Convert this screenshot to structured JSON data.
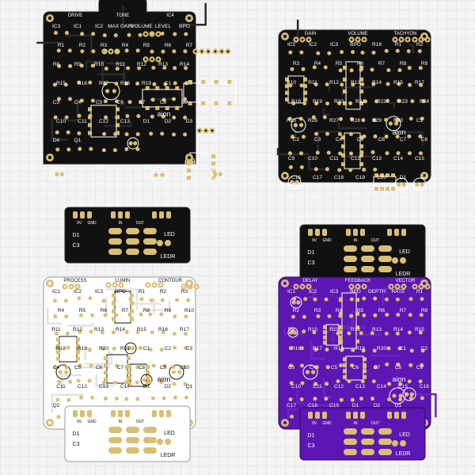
{
  "boards": [
    {
      "id": "tl",
      "colors": {
        "board": "#111111",
        "silk": "#ffffff",
        "pad": "#d9bf73",
        "hole": "#111111",
        "trace": "#2a2a2a",
        "outline": "#222222"
      },
      "main_labels": [
        {
          "t": "DRIVE"
        },
        {
          "t": "TONE"
        },
        {
          "t": "IC4"
        },
        {
          "t": "IC3"
        },
        {
          "t": "IC1"
        },
        {
          "t": "IC2"
        },
        {
          "t": "MAX GAIN"
        },
        {
          "t": "VOLUME"
        },
        {
          "t": "LEVEL"
        },
        {
          "t": "BPO"
        },
        {
          "t": "R1"
        },
        {
          "t": "R2"
        },
        {
          "t": "R3"
        },
        {
          "t": "R4"
        },
        {
          "t": "R5"
        },
        {
          "t": "R6"
        },
        {
          "t": "R7"
        },
        {
          "t": "R8"
        },
        {
          "t": "R9"
        },
        {
          "t": "R10"
        },
        {
          "t": "R11"
        },
        {
          "t": "R12"
        },
        {
          "t": "R13"
        },
        {
          "t": "R14"
        },
        {
          "t": "R15"
        },
        {
          "t": "R16"
        },
        {
          "t": "R17"
        },
        {
          "t": "R18"
        },
        {
          "t": "R19"
        },
        {
          "t": "C1"
        },
        {
          "t": "C2"
        },
        {
          "t": "C3"
        },
        {
          "t": "C4"
        },
        {
          "t": "C5"
        },
        {
          "t": "C6"
        },
        {
          "t": "C7"
        },
        {
          "t": "C8"
        },
        {
          "t": "C9"
        },
        {
          "t": "C10"
        },
        {
          "t": "C11"
        },
        {
          "t": "C12"
        },
        {
          "t": "C13"
        },
        {
          "t": "D1"
        },
        {
          "t": "D2"
        },
        {
          "t": "D3"
        },
        {
          "t": "D4"
        },
        {
          "t": "Q1"
        },
        {
          "t": "aion"
        }
      ],
      "daughter_labels": [
        {
          "t": "D1"
        },
        {
          "t": "C3"
        },
        {
          "t": "LED"
        },
        {
          "t": "LEDR"
        },
        {
          "t": "9V"
        },
        {
          "t": "GND"
        },
        {
          "t": "IN"
        },
        {
          "t": "OUT"
        }
      ]
    },
    {
      "id": "tr",
      "colors": {
        "board": "#111111",
        "silk": "#ffffff",
        "pad": "#d9bf73",
        "hole": "#111111",
        "trace": "#2a2a2a",
        "outline": "#222222"
      },
      "main_labels": [
        {
          "t": "GAIN"
        },
        {
          "t": "VOLUME"
        },
        {
          "t": "TACHYON"
        },
        {
          "t": "IC1"
        },
        {
          "t": "IC2"
        },
        {
          "t": "IC3"
        },
        {
          "t": "BPO"
        },
        {
          "t": "R16"
        },
        {
          "t": "R1"
        },
        {
          "t": "R2"
        },
        {
          "t": "R3"
        },
        {
          "t": "R4"
        },
        {
          "t": "R5"
        },
        {
          "t": "R6"
        },
        {
          "t": "R7"
        },
        {
          "t": "R8"
        },
        {
          "t": "R9"
        },
        {
          "t": "R10"
        },
        {
          "t": "R11"
        },
        {
          "t": "R12"
        },
        {
          "t": "R13"
        },
        {
          "t": "R14"
        },
        {
          "t": "R15"
        },
        {
          "t": "R17"
        },
        {
          "t": "R18"
        },
        {
          "t": "R19"
        },
        {
          "t": "R20"
        },
        {
          "t": "R21"
        },
        {
          "t": "R22"
        },
        {
          "t": "R23"
        },
        {
          "t": "R24"
        },
        {
          "t": "R25"
        },
        {
          "t": "R26"
        },
        {
          "t": "R27"
        },
        {
          "t": "R28"
        },
        {
          "t": "R29"
        },
        {
          "t": "R30"
        },
        {
          "t": "C1"
        },
        {
          "t": "C2"
        },
        {
          "t": "C3"
        },
        {
          "t": "C4"
        },
        {
          "t": "C5"
        },
        {
          "t": "C6"
        },
        {
          "t": "C7"
        },
        {
          "t": "C8"
        },
        {
          "t": "C9"
        },
        {
          "t": "C10"
        },
        {
          "t": "C11"
        },
        {
          "t": "C12"
        },
        {
          "t": "C13"
        },
        {
          "t": "C14"
        },
        {
          "t": "C15"
        },
        {
          "t": "C16"
        },
        {
          "t": "C17"
        },
        {
          "t": "C18"
        },
        {
          "t": "C19"
        },
        {
          "t": "C20"
        },
        {
          "t": "D1"
        },
        {
          "t": "D2"
        },
        {
          "t": "D3"
        },
        {
          "t": "Q1"
        },
        {
          "t": "aion"
        }
      ],
      "daughter_labels": [
        {
          "t": "D1"
        },
        {
          "t": "C3"
        },
        {
          "t": "LED"
        },
        {
          "t": "LEDR"
        },
        {
          "t": "9V"
        },
        {
          "t": "GND"
        },
        {
          "t": "IN"
        },
        {
          "t": "OUT"
        }
      ]
    },
    {
      "id": "bl",
      "colors": {
        "board": "#ffffff",
        "silk": "#111111",
        "pad": "#d9bf73",
        "hole": "#ffffff",
        "trace": "#e2e2e2",
        "outline": "#9a9a9a"
      },
      "main_labels": [
        {
          "t": "PROCESS"
        },
        {
          "t": "LUMIN"
        },
        {
          "t": "CONTOUR"
        },
        {
          "t": "IC1"
        },
        {
          "t": "IC2"
        },
        {
          "t": "IC3"
        },
        {
          "t": "BPO"
        },
        {
          "t": "R1"
        },
        {
          "t": "R2"
        },
        {
          "t": "R3"
        },
        {
          "t": "R4"
        },
        {
          "t": "R5"
        },
        {
          "t": "R6"
        },
        {
          "t": "R7"
        },
        {
          "t": "R8"
        },
        {
          "t": "R9"
        },
        {
          "t": "R10"
        },
        {
          "t": "R11"
        },
        {
          "t": "R12"
        },
        {
          "t": "R13"
        },
        {
          "t": "R14"
        },
        {
          "t": "R15"
        },
        {
          "t": "R16"
        },
        {
          "t": "R17"
        },
        {
          "t": "R18"
        },
        {
          "t": "R19"
        },
        {
          "t": "R20"
        },
        {
          "t": "R21"
        },
        {
          "t": "C1"
        },
        {
          "t": "C2"
        },
        {
          "t": "C3"
        },
        {
          "t": "C4"
        },
        {
          "t": "C5"
        },
        {
          "t": "C6"
        },
        {
          "t": "C7"
        },
        {
          "t": "C8"
        },
        {
          "t": "C9"
        },
        {
          "t": "C10"
        },
        {
          "t": "C11"
        },
        {
          "t": "C12"
        },
        {
          "t": "C13"
        },
        {
          "t": "C14"
        },
        {
          "t": "D1"
        },
        {
          "t": "D2"
        },
        {
          "t": "Q1"
        },
        {
          "t": "Q2"
        },
        {
          "t": "aion"
        }
      ],
      "daughter_labels": [
        {
          "t": "D1"
        },
        {
          "t": "C3"
        },
        {
          "t": "LED"
        },
        {
          "t": "LEDR"
        },
        {
          "t": "9V"
        },
        {
          "t": "GND"
        },
        {
          "t": "IN"
        },
        {
          "t": "OUT"
        }
      ]
    },
    {
      "id": "br",
      "colors": {
        "board": "#5c16b3",
        "silk": "#ffffff",
        "pad": "#d9bf73",
        "hole": "#5c16b3",
        "trace": "#6b25c2",
        "outline": "#2a0a55"
      },
      "main_labels": [
        {
          "t": "DELAY"
        },
        {
          "t": "FEEDBACK"
        },
        {
          "t": "VECTOR"
        },
        {
          "t": "IC1"
        },
        {
          "t": "IC2"
        },
        {
          "t": "IC3"
        },
        {
          "t": "BPO"
        },
        {
          "t": "DEPTH"
        },
        {
          "t": "RATE"
        },
        {
          "t": "R1"
        },
        {
          "t": "R2"
        },
        {
          "t": "R3"
        },
        {
          "t": "R4"
        },
        {
          "t": "R5"
        },
        {
          "t": "R6"
        },
        {
          "t": "R7"
        },
        {
          "t": "R8"
        },
        {
          "t": "R9"
        },
        {
          "t": "R10"
        },
        {
          "t": "R11"
        },
        {
          "t": "R12"
        },
        {
          "t": "R13"
        },
        {
          "t": "R14"
        },
        {
          "t": "R15"
        },
        {
          "t": "R16"
        },
        {
          "t": "R17"
        },
        {
          "t": "R18"
        },
        {
          "t": "R19"
        },
        {
          "t": "R20"
        },
        {
          "t": "C1"
        },
        {
          "t": "C2"
        },
        {
          "t": "C3"
        },
        {
          "t": "C4"
        },
        {
          "t": "C5"
        },
        {
          "t": "C6"
        },
        {
          "t": "C7"
        },
        {
          "t": "C8"
        },
        {
          "t": "C9"
        },
        {
          "t": "C10"
        },
        {
          "t": "C11"
        },
        {
          "t": "C12"
        },
        {
          "t": "C13"
        },
        {
          "t": "C14"
        },
        {
          "t": "C15"
        },
        {
          "t": "C16"
        },
        {
          "t": "C17"
        },
        {
          "t": "C18"
        },
        {
          "t": "C19"
        },
        {
          "t": "D1"
        },
        {
          "t": "D2"
        },
        {
          "t": "Q1"
        },
        {
          "t": "aion"
        }
      ],
      "daughter_labels": [
        {
          "t": "D1"
        },
        {
          "t": "C3"
        },
        {
          "t": "LED"
        },
        {
          "t": "LEDR"
        },
        {
          "t": "9V"
        },
        {
          "t": "GND"
        },
        {
          "t": "IN"
        },
        {
          "t": "OUT"
        }
      ]
    }
  ]
}
